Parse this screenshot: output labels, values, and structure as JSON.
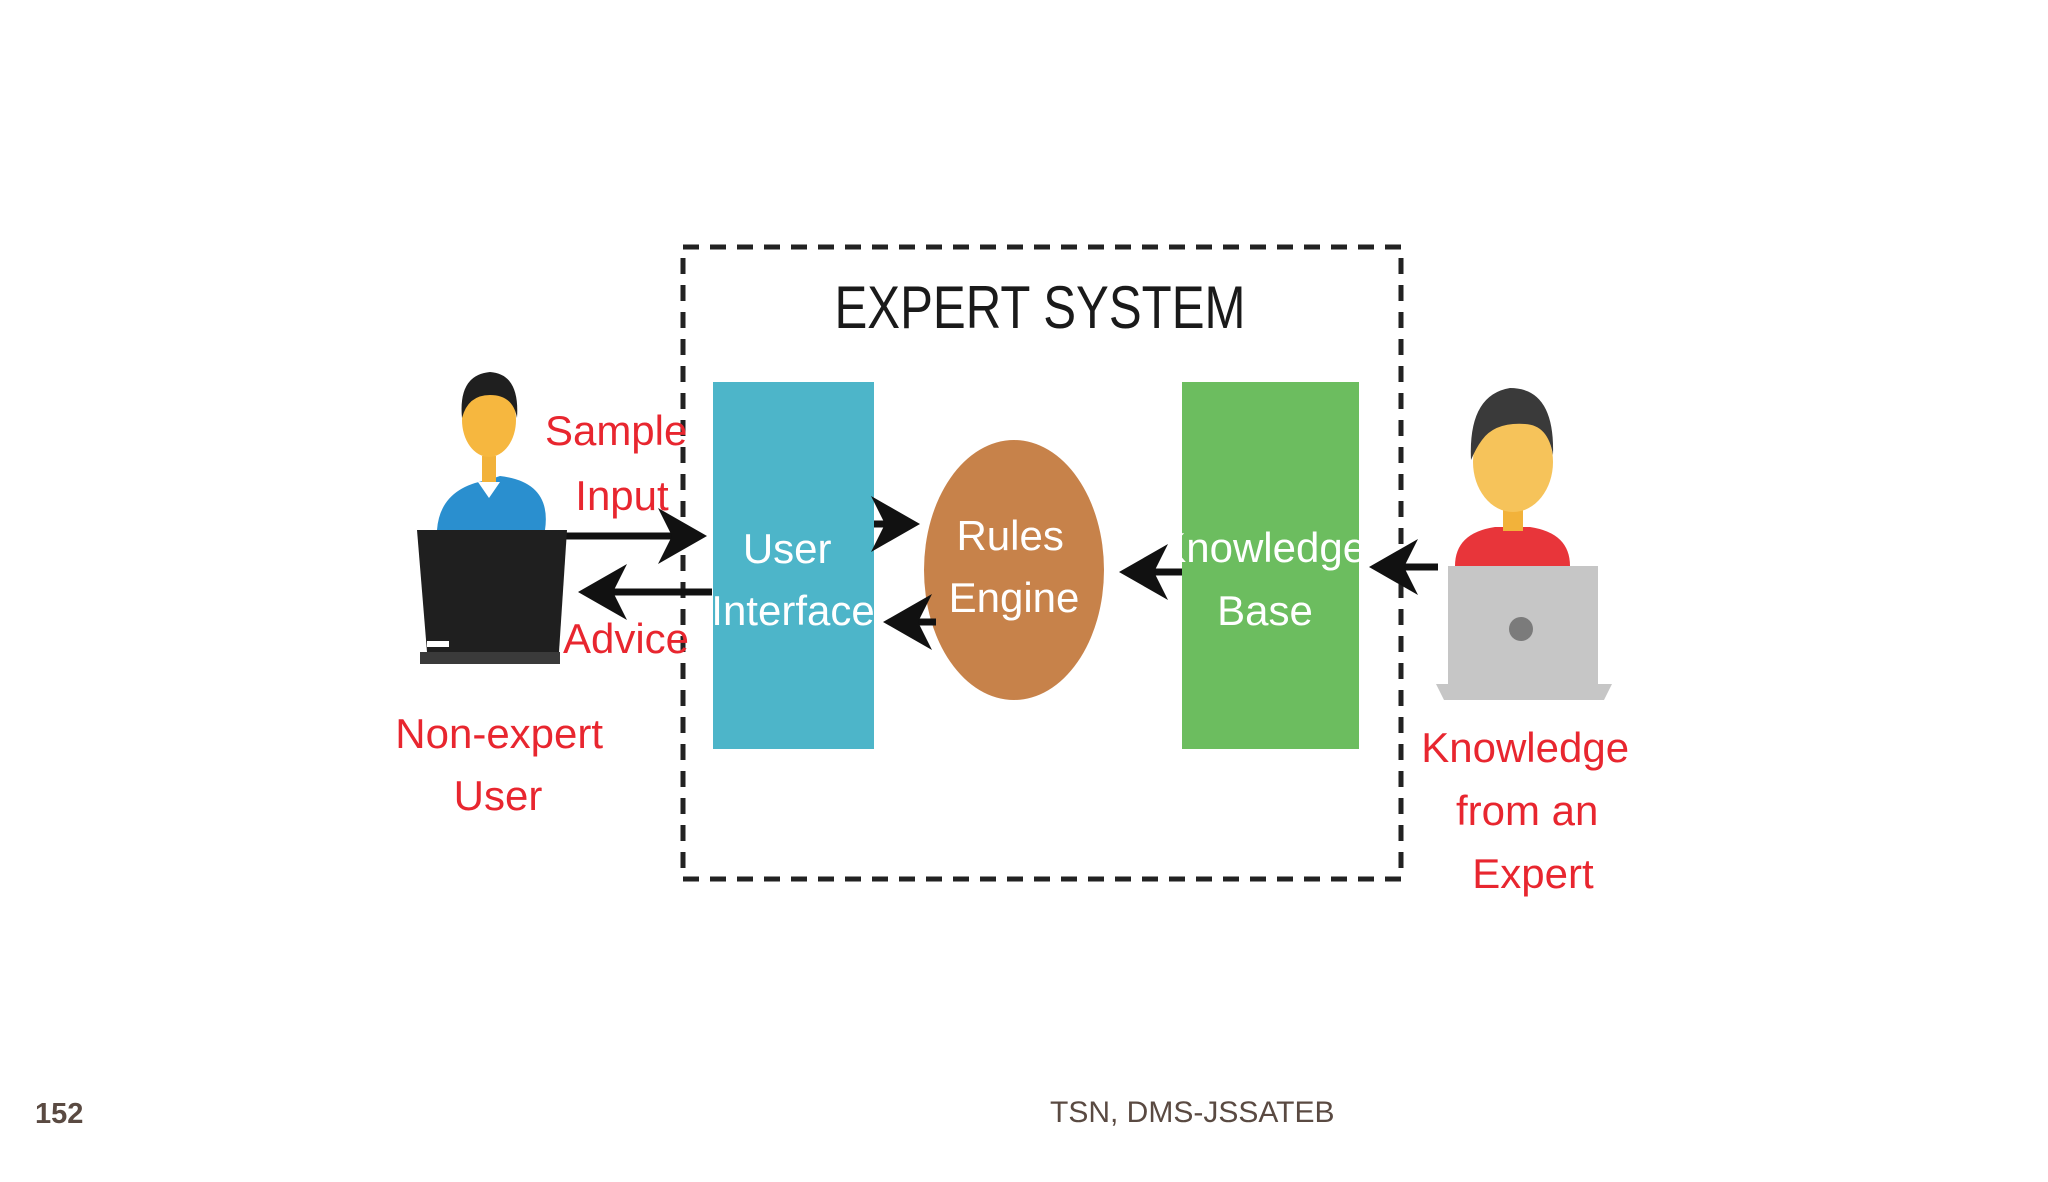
{
  "diagram": {
    "title": "EXPERT SYSTEM",
    "nodes": {
      "user_interface": [
        "User",
        "Interface"
      ],
      "rules_engine": [
        "Rules",
        "Engine"
      ],
      "knowledge_base": [
        "Knowledge",
        "Base"
      ]
    },
    "edge_labels": {
      "sample_input": [
        "Sample",
        "Input"
      ],
      "advice": "Advice"
    },
    "actors": {
      "non_expert_user": [
        "Non-expert",
        "User"
      ],
      "expert": [
        "Knowledge",
        "from an",
        "Expert"
      ]
    },
    "colors": {
      "user_interface": "#4db5c9",
      "rules_engine": "#c7824a",
      "knowledge_base": "#6cbd5f",
      "label_red": "#e8262f",
      "boundary": "#222222"
    }
  },
  "footer": {
    "page_number": "152",
    "text": "TSN, DMS-JSSATEB"
  }
}
